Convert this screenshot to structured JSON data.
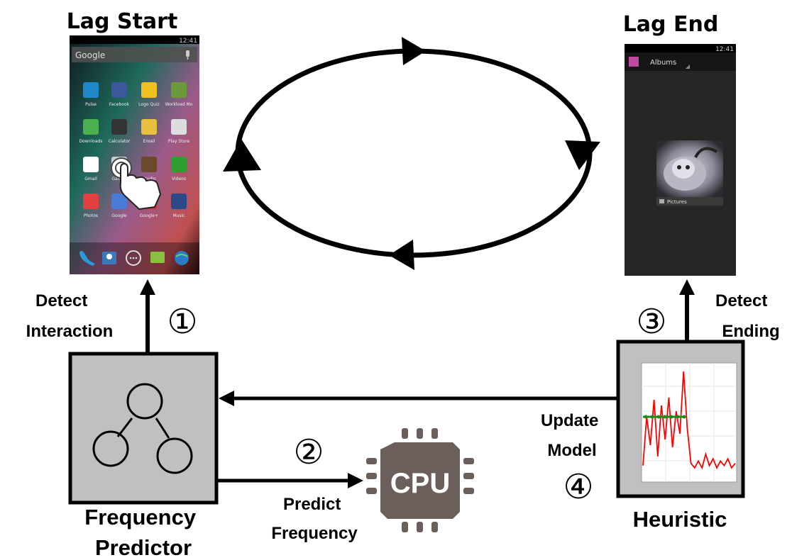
{
  "lag_start": {
    "title": "Lag Start",
    "status_time": "12:41",
    "search_text": "Google",
    "apps": [
      {
        "label": "Pulse",
        "color": "#1e88c8"
      },
      {
        "label": "Facebook",
        "color": "#3b5998"
      },
      {
        "label": "Logo Quiz",
        "color": "#f0c020"
      },
      {
        "label": "Workload Mo",
        "color": "#6a9a3a"
      },
      {
        "label": "Downloads",
        "color": "#4caf50"
      },
      {
        "label": "Calculator",
        "color": "#333333"
      },
      {
        "label": "Email",
        "color": "#e8c040"
      },
      {
        "label": "Play Store",
        "color": "#dddddd"
      },
      {
        "label": "Gmail",
        "color": "#ffffff"
      },
      {
        "label": "Gallery",
        "color": "#cccccc"
      },
      {
        "label": "Studio",
        "color": "#6a4a2a"
      },
      {
        "label": "Videos",
        "color": "#2e9e2e"
      },
      {
        "label": "Photos",
        "color": "#e04040"
      },
      {
        "label": "Google",
        "color": "#4a7ad8"
      },
      {
        "label": "Google+",
        "color": "#d03030"
      },
      {
        "label": "Music",
        "color": "#2a4a8a"
      }
    ]
  },
  "lag_end": {
    "title": "Lag End",
    "status_time": "12:41",
    "header_label": "Albums",
    "album_label": "Pictures"
  },
  "cycle": {
    "step1": "①",
    "step2": "②",
    "step3": "③",
    "step4": "④"
  },
  "labels": {
    "detect_interaction": [
      "Detect",
      "Interaction"
    ],
    "detect_ending": [
      "Detect",
      "Ending"
    ],
    "predict_frequency": [
      "Predict",
      "Frequency"
    ],
    "update_model": [
      "Update",
      "Model"
    ],
    "frequency_predictor": [
      "Frequency",
      "Predictor"
    ],
    "heuristic": "Heuristic",
    "cpu": "CPU"
  },
  "colors": {
    "box_fill": "#c0c0c0",
    "cpu_fill": "#6b5f5c",
    "graph_red": "#ff0000",
    "graph_green": "#1a8a1a"
  },
  "heuristic_graph": {
    "red_series": [
      12,
      55,
      30,
      70,
      20,
      65,
      35,
      72,
      28,
      60,
      40,
      95,
      45,
      14,
      10,
      16,
      10,
      22,
      12,
      18,
      10,
      16,
      12,
      18,
      10,
      14
    ],
    "green_level": 55
  }
}
